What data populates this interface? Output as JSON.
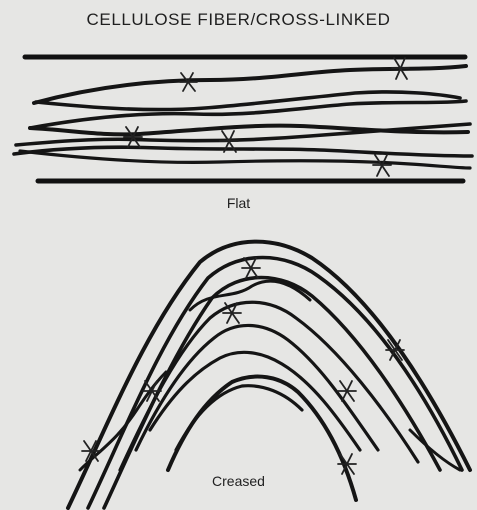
{
  "title": "CELLULOSE FIBER/CROSS-LINKED",
  "panels": {
    "flat": {
      "label": "Flat"
    },
    "creased": {
      "label": "Creased"
    }
  },
  "colors": {
    "background": "#e6e6e4",
    "ink": "#151515"
  }
}
